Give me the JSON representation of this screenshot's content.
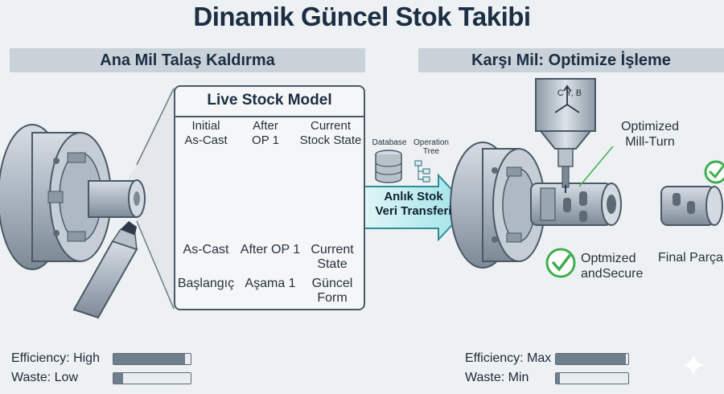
{
  "title": "Dinamik Güncel Stok Takibi",
  "left_section": {
    "title": "Ana Mil Talaş Kaldırma"
  },
  "right_section": {
    "title": "Karşı Mil: Optimize İşleme"
  },
  "stock_model": {
    "title": "Live Stock Model",
    "stages": [
      {
        "top_label": "Initial\nAs-Cast",
        "mid_label": "As-Cast",
        "bottom_label": "Başlangıç"
      },
      {
        "top_label": "After\nOP 1",
        "mid_label": "After OP 1",
        "bottom_label": "Aşama 1"
      },
      {
        "top_label": "Current\nStock State",
        "mid_label": "Current\nState",
        "bottom_label": "Güncel\nForm"
      }
    ]
  },
  "database_label": "Database",
  "operation_tree_label": "Operation\nTree",
  "transfer_arrow_label": "Anlık Stok\nVeri Transferi",
  "axis_label": "C  Y, B",
  "optimized_label": "Optimized\nMill-Turn",
  "secure_label": "Optmized\nandSecure",
  "final_part_label": "Final Parça",
  "left_metrics": [
    {
      "label": "Efficiency: High",
      "level": 0.93
    },
    {
      "label": "Waste: Low",
      "level": 0.12
    }
  ],
  "right_metrics": [
    {
      "label": "Efficiency: Max",
      "level": 0.97
    },
    {
      "label": "Waste: Min",
      "level": 0.05
    }
  ],
  "colors": {
    "background": "#eef1f4",
    "band": "#c9d1d9",
    "arrow_fill": "#bfeef0",
    "check_green": "#3fae4f",
    "machine_metal": "#9aa6b2"
  }
}
